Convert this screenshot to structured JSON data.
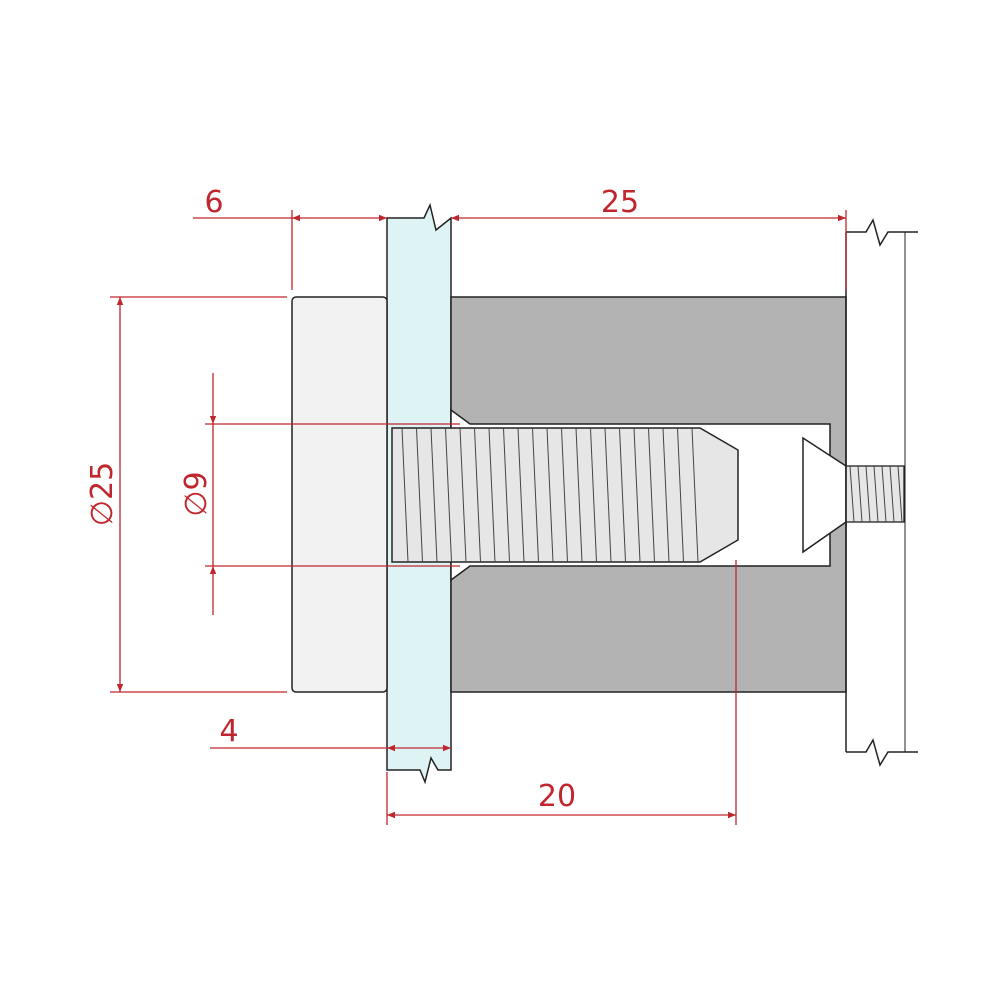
{
  "drawing": {
    "dimensions": {
      "cap_thickness": "6",
      "standoff_length": "25",
      "cap_diameter": "∅25",
      "bolt_diameter": "∅9",
      "glass_thickness": "4",
      "bolt_length": "20"
    },
    "colors": {
      "dimension": "#c0262d",
      "cap": "#f2f2f2",
      "glass": "#def3f3",
      "body": "#b3b3b3",
      "bolt": "#e6e6e6"
    }
  }
}
